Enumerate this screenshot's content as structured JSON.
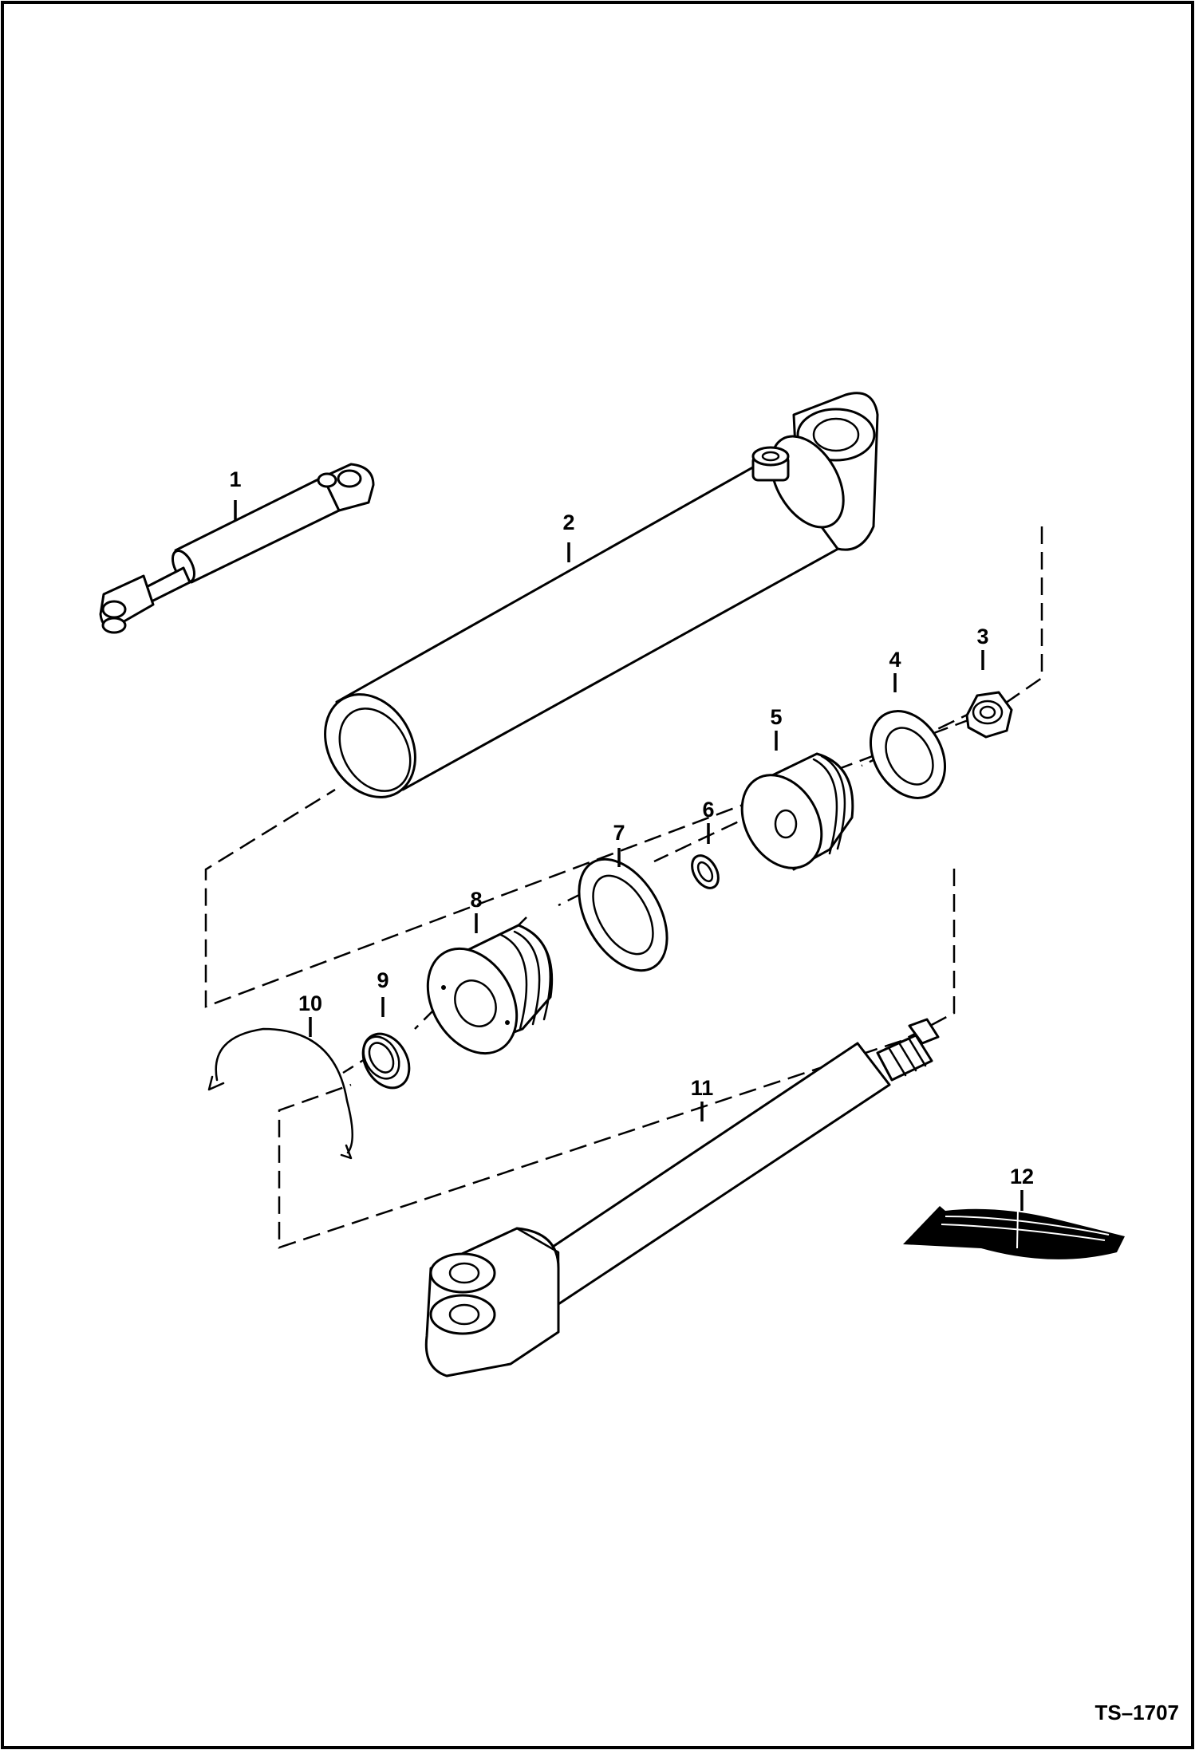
{
  "figure_id": "TS–1707",
  "callouts": [
    {
      "label": "1"
    },
    {
      "label": "2"
    },
    {
      "label": "3"
    },
    {
      "label": "4"
    },
    {
      "label": "5"
    },
    {
      "label": "6"
    },
    {
      "label": "7"
    },
    {
      "label": "8"
    },
    {
      "label": "9"
    },
    {
      "label": "10"
    },
    {
      "label": "11"
    },
    {
      "label": "12"
    }
  ]
}
